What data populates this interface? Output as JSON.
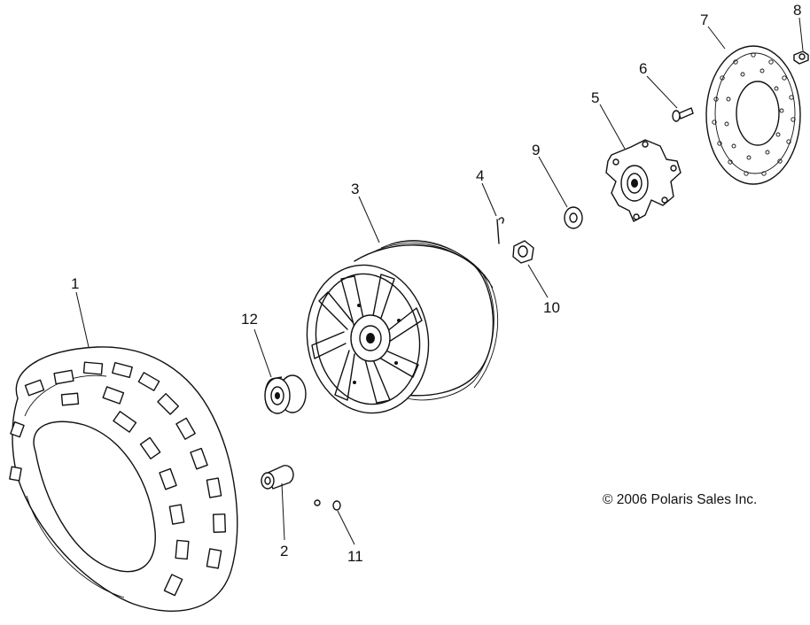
{
  "callouts": [
    {
      "id": "1",
      "label": "1"
    },
    {
      "id": "2",
      "label": "2"
    },
    {
      "id": "3",
      "label": "3"
    },
    {
      "id": "4",
      "label": "4"
    },
    {
      "id": "5",
      "label": "5"
    },
    {
      "id": "6",
      "label": "6"
    },
    {
      "id": "7",
      "label": "7"
    },
    {
      "id": "8",
      "label": "8"
    },
    {
      "id": "9",
      "label": "9"
    },
    {
      "id": "10",
      "label": "10"
    },
    {
      "id": "11",
      "label": "11"
    },
    {
      "id": "12",
      "label": "12"
    }
  ],
  "copyright": "© 2006 Polaris Sales Inc.",
  "colors": {
    "line": "#111111",
    "background": "#ffffff"
  }
}
